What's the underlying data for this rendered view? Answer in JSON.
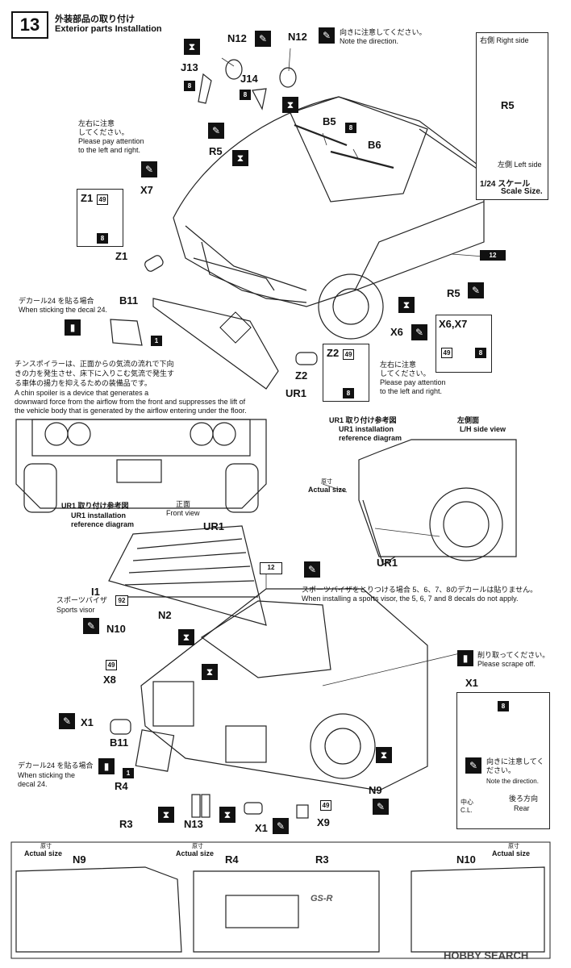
{
  "header": {
    "step": "13",
    "title_jp": "外装部品の取り付け",
    "title_en": "Exterior parts Installation"
  },
  "top_notes": {
    "direction_jp": "向きに注意してください。",
    "direction_en": "Note the direction."
  },
  "side_panel": {
    "right_side": "右側 Right side",
    "part": "R5",
    "left_side": "左側 Left side",
    "scale_jp": "1/24 スケール",
    "scale_en": "Scale Size."
  },
  "labels": {
    "n12_a": "N12",
    "n12_b": "N12",
    "j13": "J13",
    "j14": "J14",
    "b5": "B5",
    "b6": "B6",
    "r5_top": "R5",
    "x7": "X7",
    "z1_box": "Z1",
    "z1": "Z1",
    "b11_top": "B11",
    "r5_side": "R5",
    "x6": "X6",
    "x6x7": "X6,X7",
    "z2_box": "Z2",
    "z2": "Z2",
    "ur1": "UR1",
    "ref_12_top": "12",
    "ref_8": "8",
    "ref_49": "49",
    "ref_1": "1"
  },
  "notes": {
    "lr_jp_1": "左右に注意",
    "lr_jp_2": "してください。",
    "lr_en_1": "Please pay attention",
    "lr_en_2": "to the left and right.",
    "decal24_jp": "デカール24 を貼る場合",
    "decal24_en": "When sticking the decal 24.",
    "chin_jp_1": "チンスポイラーは、正面からの気流の流れで下向",
    "chin_jp_2": "きの力を発生させ、床下に入りこむ気流で発生す",
    "chin_jp_3": "る車体の揚力を抑えるための装備品です。",
    "chin_en_1": "A chin spoiler is a device that generates a",
    "chin_en_2": "downward force from the airflow from the front and suppresses the lift of",
    "chin_en_3": "the vehicle body that is generated by the airflow entering under the floor."
  },
  "ref_front": {
    "title_jp": "UR1 取り付け参考図",
    "title_en_1": "UR1 installation",
    "title_en_2": "reference diagram",
    "view_jp": "正面",
    "view_en": "Front view",
    "part": "UR1"
  },
  "ref_side": {
    "title_jp": "UR1 取り付け参考図",
    "title_en_1": "UR1 installation",
    "title_en_2": "reference diagram",
    "view_jp": "左側面",
    "view_en": "L/H side view",
    "actual_jp": "原寸",
    "actual_en": "Actual size",
    "part": "UR1"
  },
  "rear": {
    "i1": "I1",
    "visor_jp": "スポーツバイザ",
    "visor_num": "92",
    "visor_en": "Sports visor",
    "ref_12": "12",
    "visor_note_jp": "スポーツバイザをとりつける場合 5、6、7、8のデカールは貼りません。",
    "visor_note_en": "When installing a sports visor, the 5, 6, 7 and 8 decals do not apply.",
    "scrape_jp": "削り取ってください。",
    "scrape_en": "Please scrape off.",
    "n10": "N10",
    "n2": "N2",
    "x8": "X8",
    "x1_a": "X1",
    "b11": "B11",
    "r4": "R4",
    "r3": "R3",
    "n13": "N13",
    "x1_b": "X1",
    "x9": "X9",
    "n9": "N9",
    "num_49": "49",
    "num_8": "8",
    "num_1": "1",
    "decal24_jp": "デカール24 を貼る場合",
    "decal24_en_1": "When sticking the",
    "decal24_en_2": "decal 24."
  },
  "x1_panel": {
    "title": "X1",
    "num": "8",
    "dir_jp": "向きに注意してください。",
    "dir_en": "Note the direction.",
    "center_jp": "中心",
    "center_en": "C.L.",
    "rear_jp": "後ろ方向",
    "rear_en": "Rear"
  },
  "bottom": {
    "a_actual_jp": "原寸",
    "a_actual_en": "Actual size",
    "a_part": "N9",
    "b_actual_jp": "原寸",
    "b_actual_en": "Actual size",
    "b_part_1": "R4",
    "b_part_2": "R3",
    "c_actual_jp": "原寸",
    "c_actual_en": "Actual size",
    "c_part": "N10",
    "badge": "GS-R"
  },
  "watermark": "HOBBY SEARCH"
}
